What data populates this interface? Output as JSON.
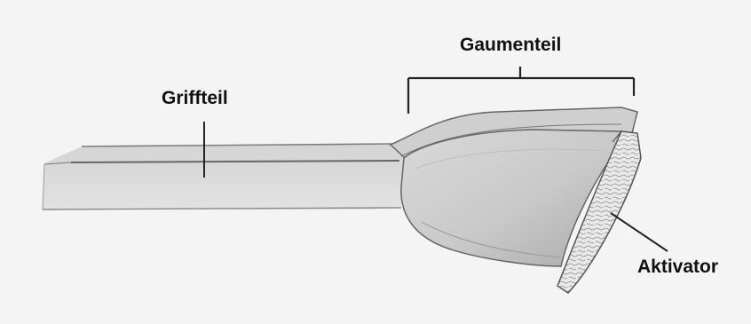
{
  "labels": {
    "griffteil": "Griffteil",
    "gaumenteil": "Gaumenteil",
    "aktivator": "Aktivator"
  },
  "colors": {
    "background": "#f4f4f4",
    "pencil": "#555555",
    "shade": "#b5b5b5",
    "ink": "#111111"
  }
}
